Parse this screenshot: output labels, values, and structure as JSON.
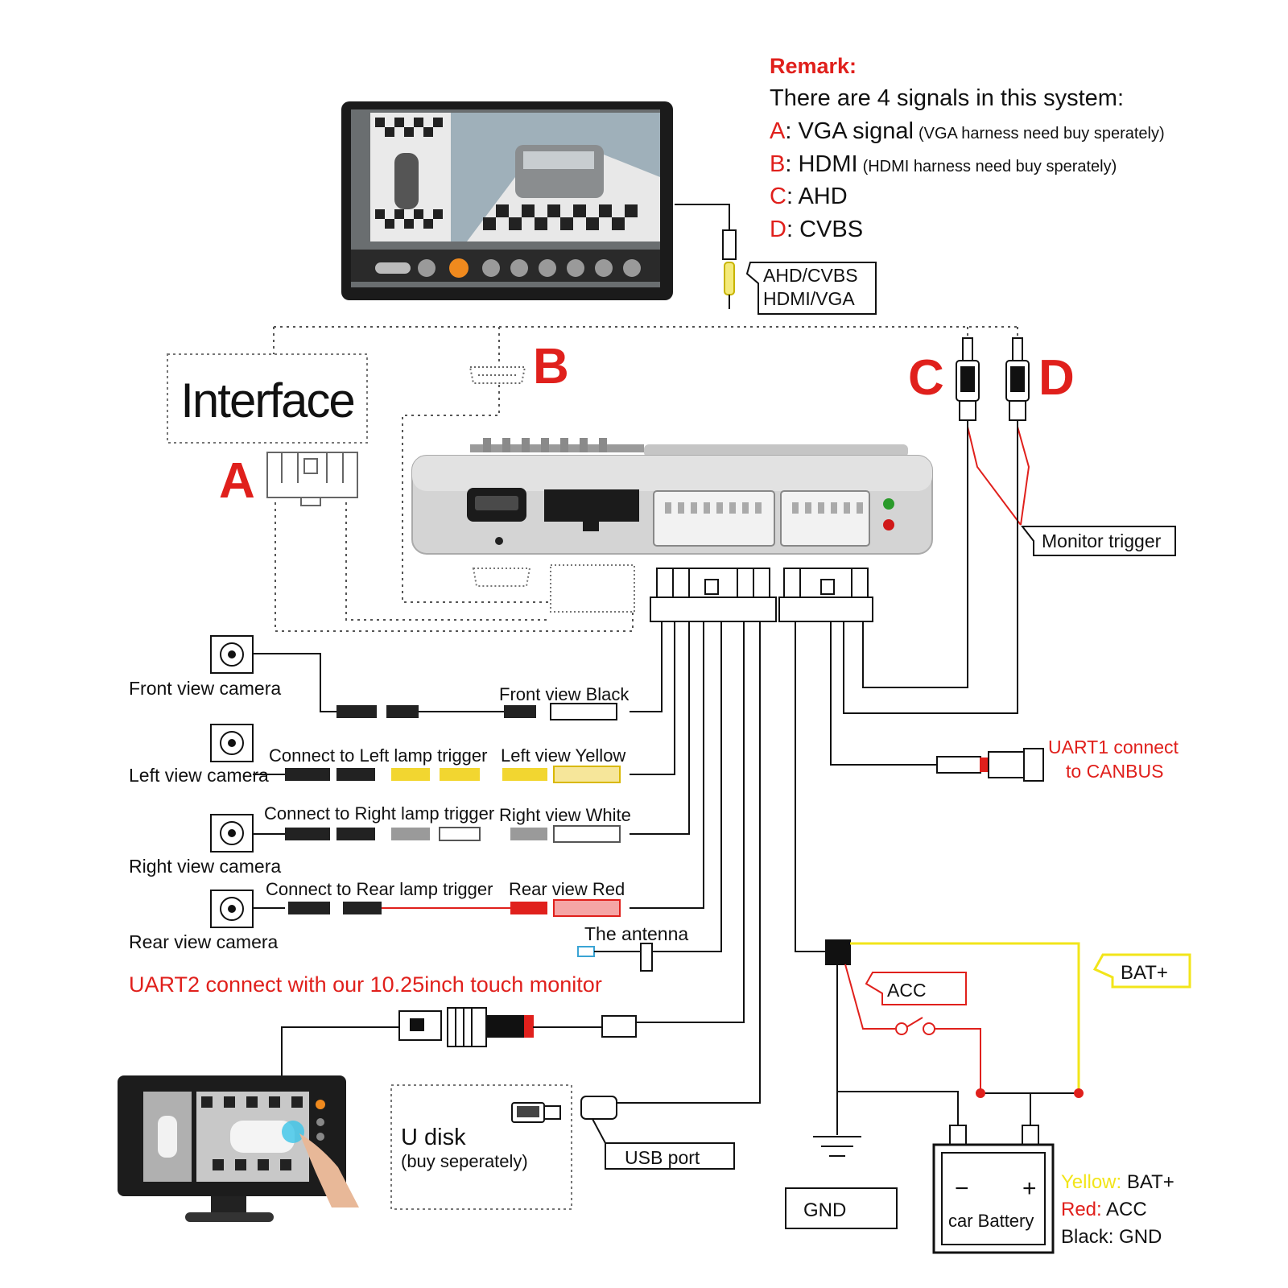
{
  "remark": {
    "heading": "Remark:",
    "intro": "There are 4 signals in this system:",
    "signals": [
      {
        "letter": "A",
        "name": ": VGA signal",
        "note": "(VGA harness need buy sperately)"
      },
      {
        "letter": "B",
        "name": ": HDMI",
        "note": "(HDMI harness need buy sperately)"
      },
      {
        "letter": "C",
        "name": ": AHD",
        "note": ""
      },
      {
        "letter": "D",
        "name": ": CVBS",
        "note": ""
      }
    ]
  },
  "monitor_connector_label": {
    "line1": "AHD/CVBS",
    "line2": "HDMI/VGA"
  },
  "interface_label": "Interface",
  "letters": {
    "a": "A",
    "b": "B",
    "c": "C",
    "d": "D"
  },
  "monitor_trigger": "Monitor trigger",
  "cameras": {
    "front": {
      "name": "Front view camera",
      "wire": "Front view Black"
    },
    "left": {
      "name": "Left view camera",
      "lamp": "Connect to Left lamp trigger",
      "wire": "Left view Yellow"
    },
    "right": {
      "name": "Right view camera",
      "lamp": "Connect to Right lamp trigger",
      "wire": "Right view White"
    },
    "rear": {
      "name": "Rear view camera",
      "lamp": "Connect to Rear lamp trigger",
      "wire": "Rear view Red"
    }
  },
  "antenna": "The antenna",
  "uart2": "UART2 connect with our 10.25inch touch monitor",
  "uart1": {
    "line1": "UART1 connect",
    "line2": "to CANBUS"
  },
  "usb_port": "USB port",
  "udisk": {
    "title": "U disk",
    "note": "(buy seperately)"
  },
  "acc": "ACC",
  "bat_plus": "BAT+",
  "gnd": "GND",
  "battery": {
    "name": "car Battery",
    "minus": "−",
    "plus": "+"
  },
  "legend": {
    "yellow_key": "Yellow:",
    "yellow_val": " BAT+",
    "red_key": "Red:",
    "red_val": " ACC",
    "black_key": "Black:",
    "black_val": " GND"
  },
  "colors": {
    "red": "#e0201c",
    "yellow": "#f2e51a",
    "wire": "#111111",
    "box": "#d4d4d4"
  }
}
